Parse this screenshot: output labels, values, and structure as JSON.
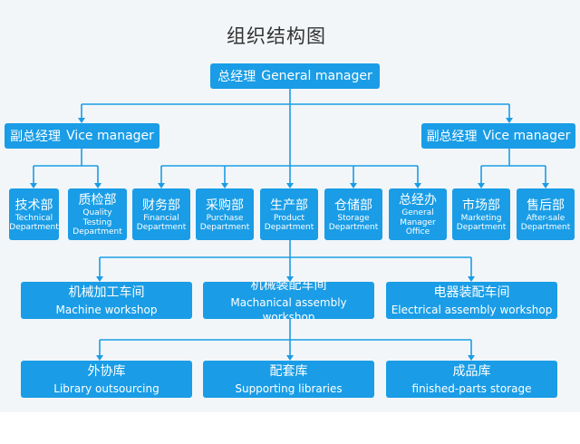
{
  "diagram": {
    "title": "组织结构图",
    "colors": {
      "box": "#1a9de6",
      "line": "#1a9de6",
      "background": "#f3f6f9"
    },
    "general_manager": {
      "zh": "总经理",
      "en": "General manager"
    },
    "vice_managers": [
      {
        "zh": "副总经理",
        "en": "Vice manager"
      },
      {
        "zh": "副总经理",
        "en": "Vice manager"
      }
    ],
    "departments": [
      {
        "zh": "技术部",
        "en": "Technical\nDepartment"
      },
      {
        "zh": "质检部",
        "en": "Quality\nTesting\nDepartment"
      },
      {
        "zh": "财务部",
        "en": "Financial\nDepartment"
      },
      {
        "zh": "采购部",
        "en": "Purchase\nDepartment"
      },
      {
        "zh": "生产部",
        "en": "Product\nDepartment"
      },
      {
        "zh": "仓储部",
        "en": "Storage\nDepartment"
      },
      {
        "zh": "总经办",
        "en": "General\nManager\nOffice"
      },
      {
        "zh": "市场部",
        "en": "Marketing\nDepartment"
      },
      {
        "zh": "售后部",
        "en": "After-sale\nDepartment"
      }
    ],
    "workshops": [
      {
        "zh": "机械加工车间",
        "en": "Machine workshop"
      },
      {
        "zh": "机械装配车间",
        "en": "Machanical assembly workshop"
      },
      {
        "zh": "电器装配车间",
        "en": "Electrical assembly workshop"
      }
    ],
    "storage": [
      {
        "zh": "外协库",
        "en": "Library outsourcing"
      },
      {
        "zh": "配套库",
        "en": "Supporting libraries"
      },
      {
        "zh": "成品库",
        "en": "finished-parts storage"
      }
    ]
  }
}
